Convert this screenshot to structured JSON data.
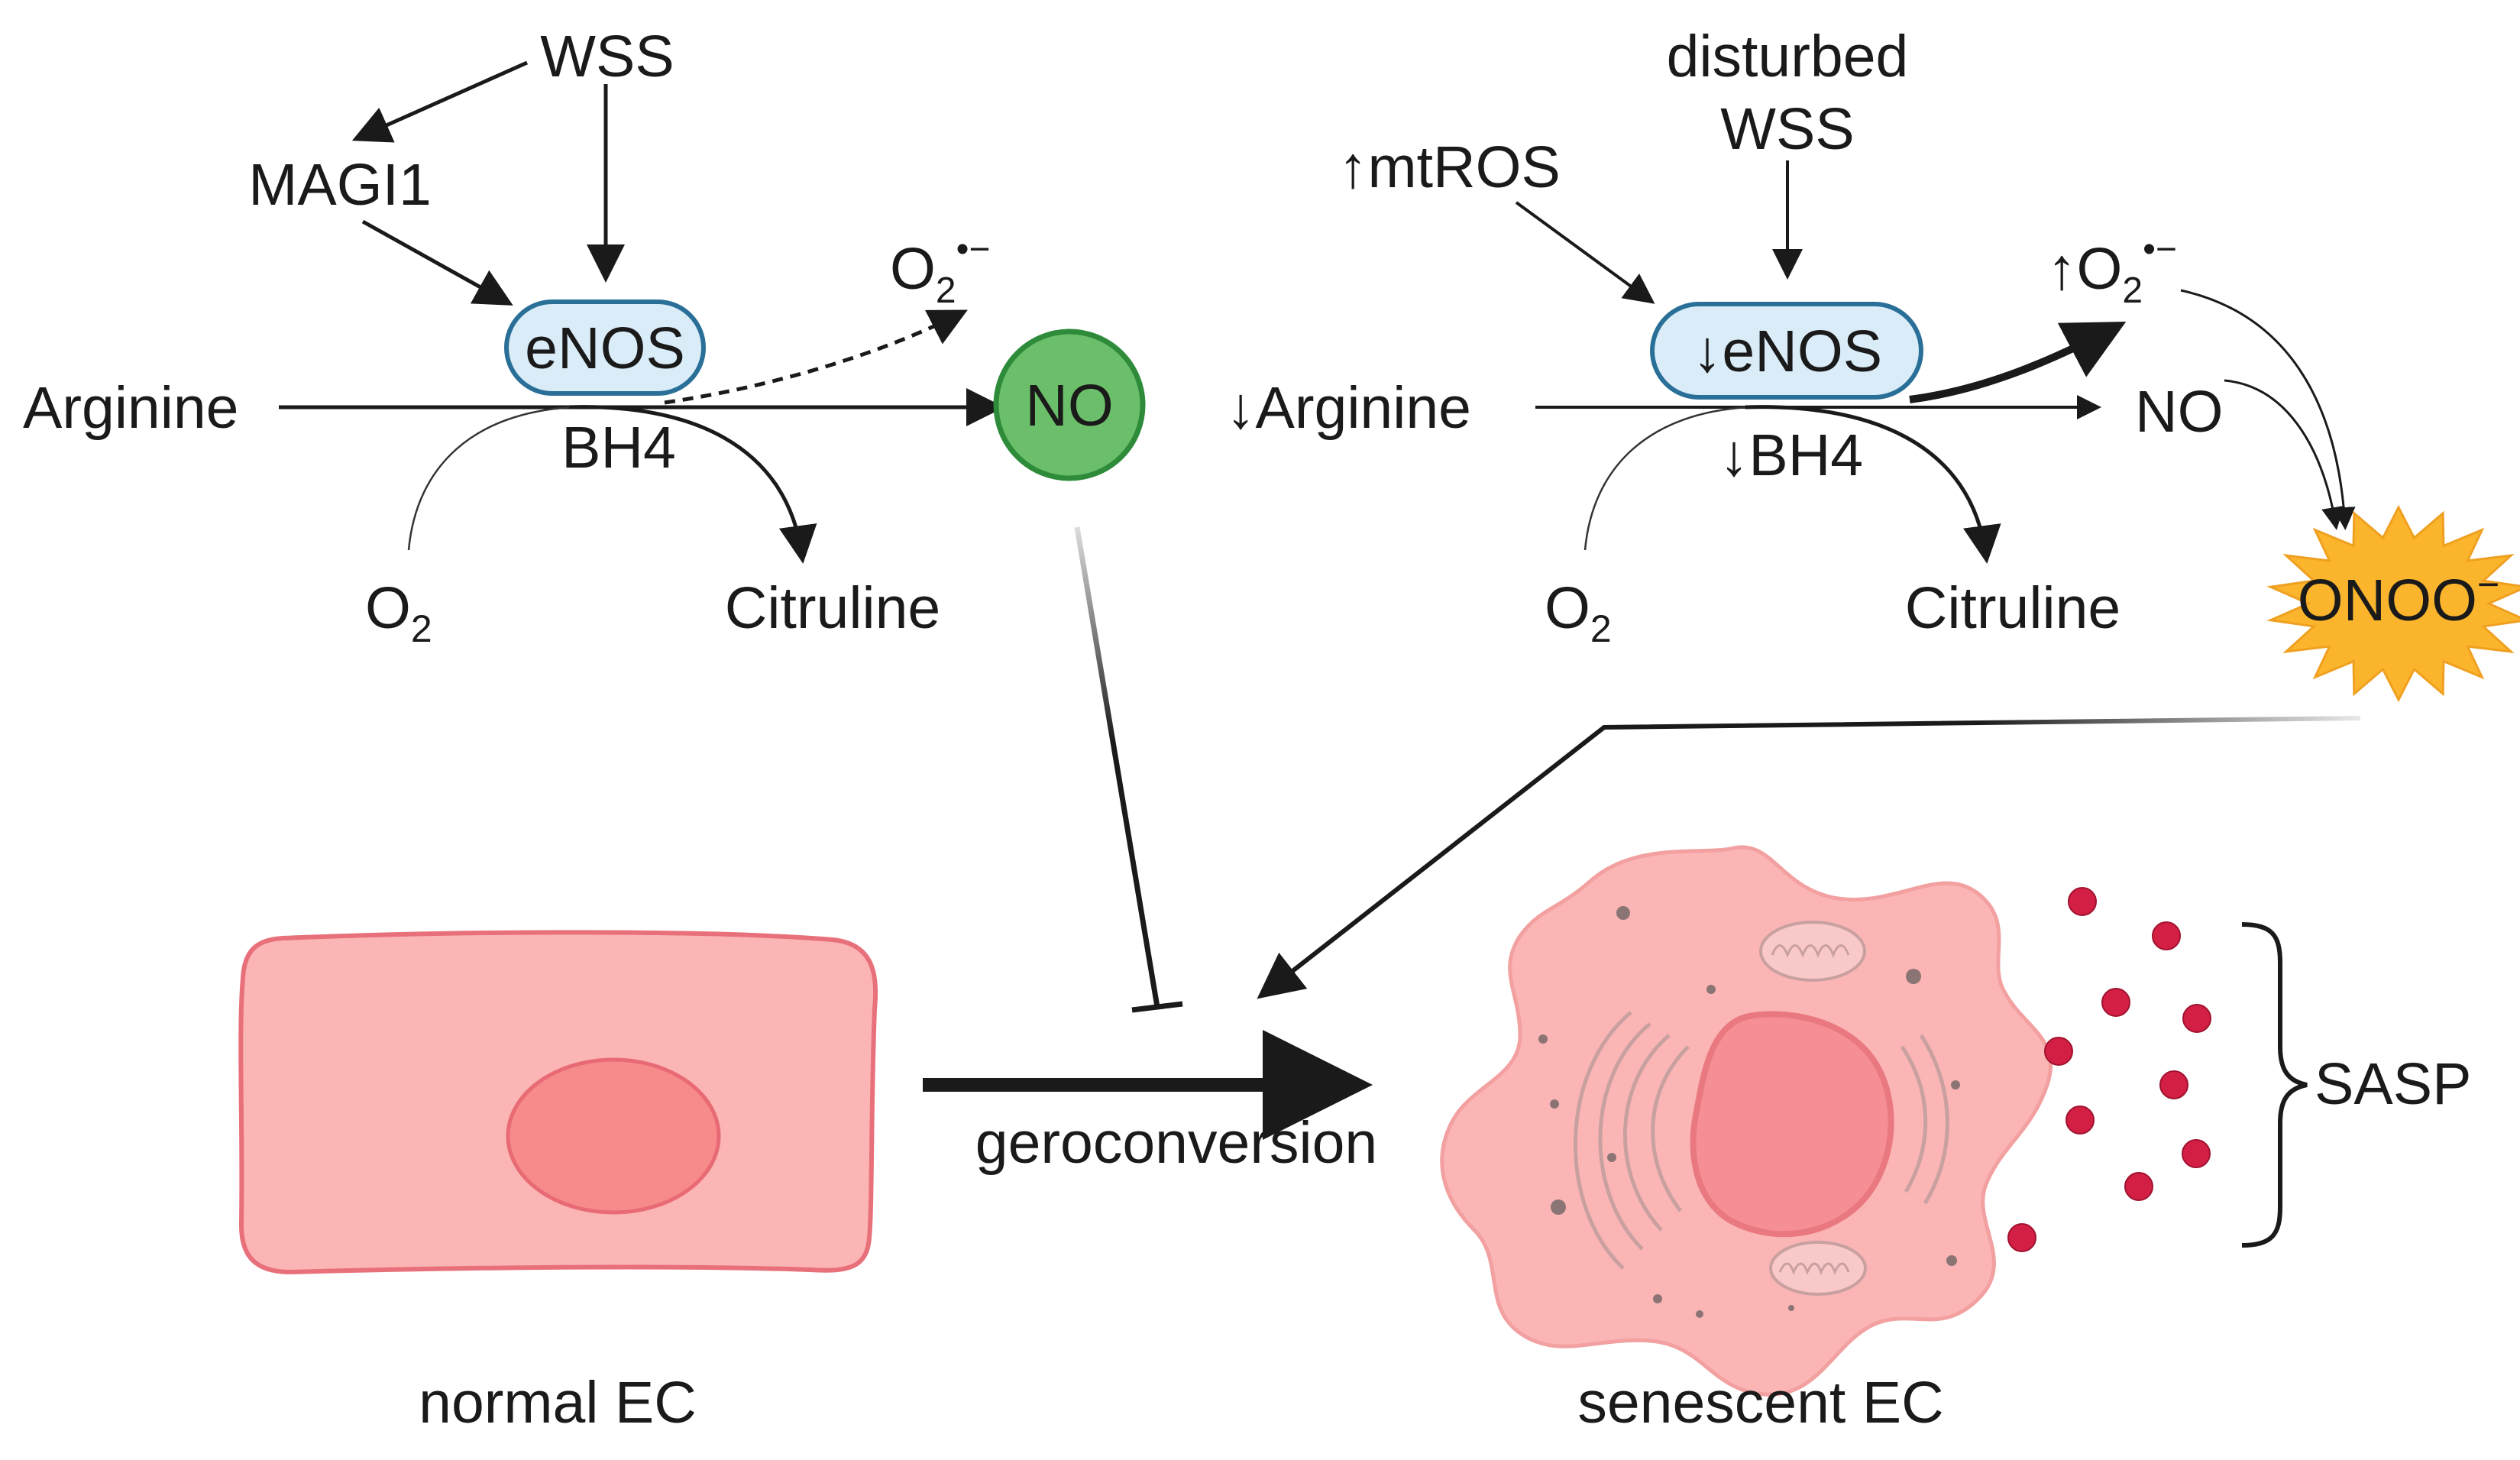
{
  "left_pathway": {
    "wss": "WSS",
    "magi1": "MAGI1",
    "enos": "eNOS",
    "superoxide": "O",
    "superoxide_sub": "2",
    "superoxide_sup": "•−",
    "arginine": "Arginine",
    "bh4": "BH4",
    "no": "NO",
    "o2": "O",
    "o2_sub": "2",
    "citruline": "Citruline"
  },
  "right_pathway": {
    "disturbed_wss_line1": "disturbed",
    "disturbed_wss_line2": "WSS",
    "mtros": "↑mtROS",
    "enos": "↓eNOS",
    "superoxide": "↑O",
    "superoxide_sub": "2",
    "superoxide_sup": "•−",
    "arginine": "↓Arginine",
    "bh4": "↓BH4",
    "no": "NO",
    "peroxynitrite": "ONOO",
    "peroxynitrite_sup": "−",
    "o2": "O",
    "o2_sub": "2",
    "citruline": "Citruline"
  },
  "cells": {
    "normal_label": "normal EC",
    "senescent_label": "senescent EC",
    "process_label": "geroconversion",
    "sasp_label": "SASP"
  },
  "colors": {
    "enos_fill": "#d9ecf8",
    "enos_stroke": "#2a6f97",
    "no_fill": "#6cbf6a",
    "no_stroke": "#2e8b3a",
    "onoo_fill": "#fbb52d",
    "cell_fill": "#fbb5b5",
    "cell_stroke": "#e8707a",
    "nucleus_fill": "#f78a8a",
    "sasp_dot": "#d41f45"
  }
}
